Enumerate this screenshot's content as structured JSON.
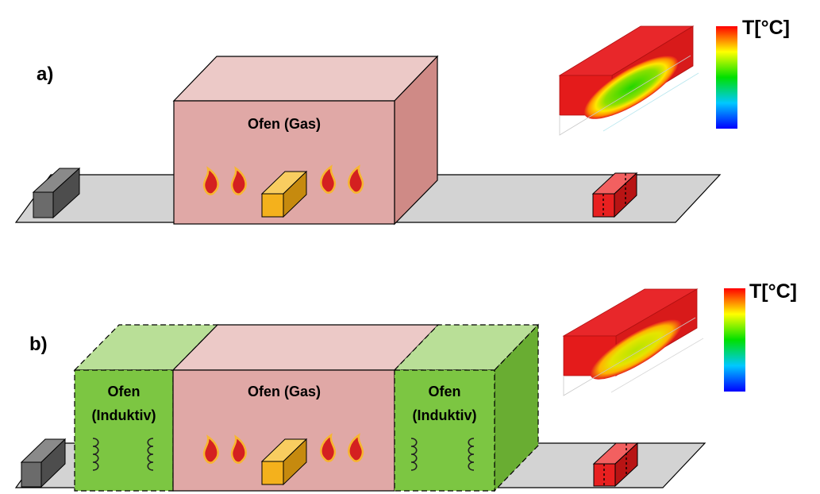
{
  "panel_a": {
    "label": "a)",
    "furnace_label": "Ofen (Gas)",
    "colorbar_label": "T[°C]"
  },
  "panel_b": {
    "label": "b)",
    "furnace_label": "Ofen (Gas)",
    "induction_left_line1": "Ofen",
    "induction_left_line2": "(Induktiv)",
    "induction_right_line1": "Ofen",
    "induction_right_line2": "(Induktiv)",
    "colorbar_label": "T[°C]"
  },
  "colors": {
    "conveyor": "#d3d3d3",
    "gas_furnace_front": "#e0a8a6",
    "gas_furnace_top": "#ecc9c7",
    "gas_furnace_side": "#cf8a86",
    "induction_front": "#7cc642",
    "induction_top": "#b9df97",
    "induction_side": "#69ad32",
    "cold_block": "#6b6b6b",
    "warm_block": "#f4b11c",
    "hot_block": "#e82020",
    "flame": "#d42020",
    "flame_outline": "#f7b631"
  }
}
